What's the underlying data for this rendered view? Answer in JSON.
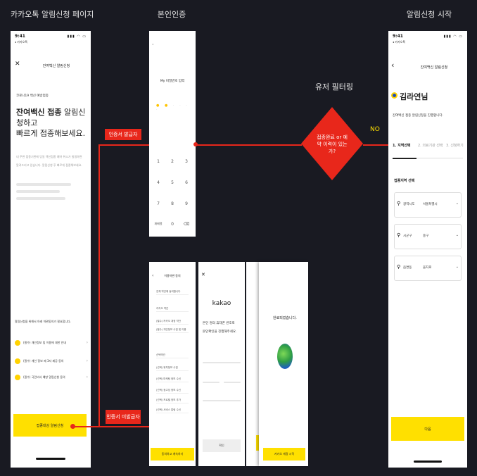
{
  "titles": {
    "page1": "카카오톡 알림신청 페이지",
    "page2": "본인인증",
    "page3": "알림신청 시작",
    "filter": "유저 필터링"
  },
  "labels": {
    "auth_label": "인증서 발급자",
    "new_label": "인증서 미발급자",
    "decision": "접종완료 or 예약 이력이 있는가?",
    "no": "NO"
  },
  "phone1": {
    "time": "9:41",
    "sub": "◂ 카카오톡",
    "nav_title": "잔여백신 알림신청",
    "small_heading": "코로나19 백신 예방접종",
    "heading_bold": "잔여백신 접종",
    "heading_normal": " 알림신청하고",
    "heading_line2": "빠르게 접종해보세요.",
    "desc1": "내 주변 접종기관에 당일 백신접종 예약 취소가 발생하면",
    "desc2": "알려드리고 있습니다. 알림신청 후 빠르게 접종해보세요.",
    "notice": "알림신청을 위해서 아래 약관동의가 필요합니다.",
    "terms": [
      "(필수) 개인정보 및 이용에 대한 안내",
      "(필수) 개인 정보 제 3자 제공 동의",
      "(필수) 국민비서 예방 알림신청 동의"
    ],
    "button": "접종대상 알림신청"
  },
  "phone2": {
    "header": "My 비밀번호 입력",
    "keys": [
      "1",
      "2",
      "3",
      "4",
      "5",
      "6",
      "7",
      "8",
      "9",
      "재배열",
      "0",
      "⌫"
    ]
  },
  "phone3": {
    "nav_title": "이용약관 동의",
    "rows": [
      "전체 약관에 동의합니다",
      "카카오 약관",
      "(필수) 카카오 계정 약관",
      "(필수) 개인정보 수집 및 이용",
      "선택약관",
      "(선택) 위치정보 수집",
      "(선택) 마케팅 정보 수신",
      "(선택) 광고성 정보 수신",
      "(선택) 프로필 정보 추가",
      "(선택) 서비스 알림 수신"
    ],
    "button": "동의하고 계속하기"
  },
  "phone4": {
    "logo": "kakao",
    "text1": "본인 명의 휴대폰 번호로",
    "text2": "본인확인을 진행해주세요.",
    "button": "확인"
  },
  "phone5": {
    "text": "완료되었습니다.",
    "button": "카카오 계정 시작"
  },
  "phone6": {
    "time": "9:41",
    "sub": "◂ 카카오톡",
    "nav_title": "잔여백신 알림신청",
    "name": "김라연님",
    "subtitle": "잔여백신 접종 알림신청을 진행합니다.",
    "steps": [
      "1. 지역선택",
      "2. 의료기관 선택",
      "3. 신청하기"
    ],
    "section": "접종지역 선택",
    "fields": [
      {
        "label": "광역시도",
        "value": "서울특별시"
      },
      {
        "label": "시군구",
        "value": "중구"
      },
      {
        "label": "읍면동",
        "value": "을지로"
      }
    ],
    "button": "다음"
  },
  "colors": {
    "accent": "#ffe000",
    "flow": "#e8271b",
    "background": "#191a22"
  }
}
